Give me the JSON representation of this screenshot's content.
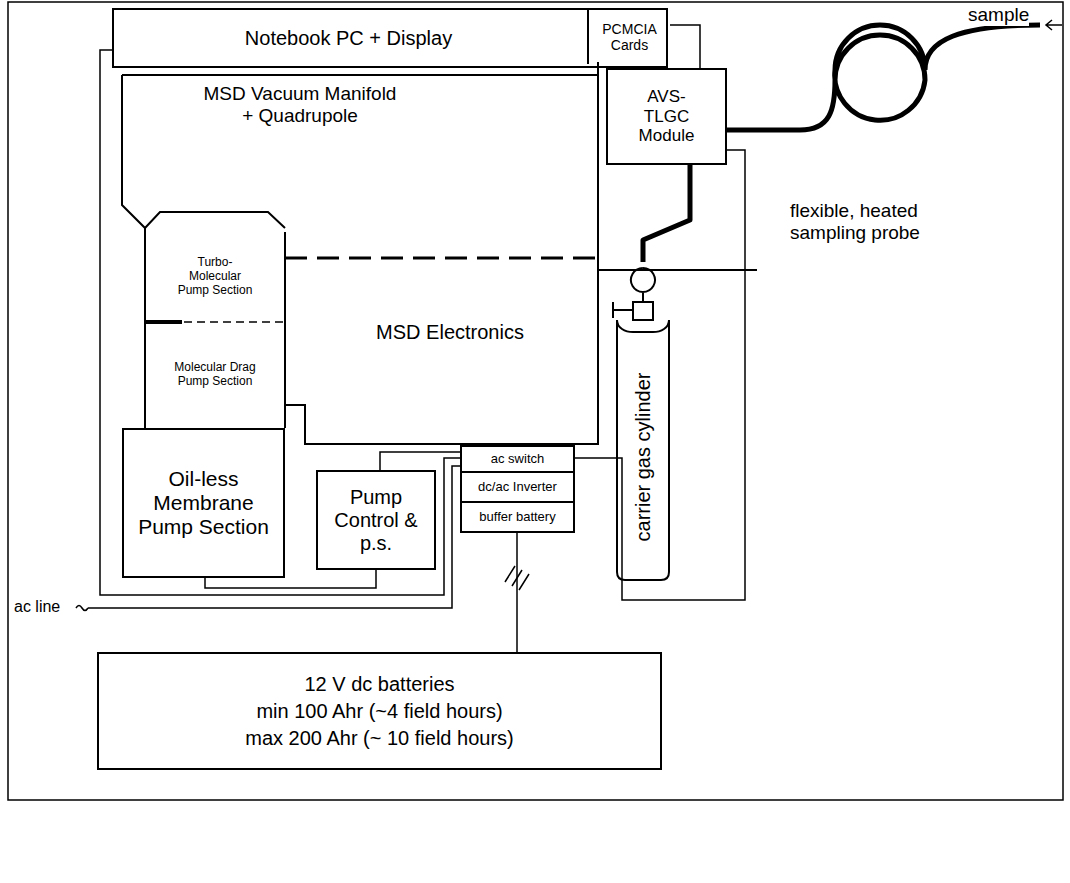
{
  "diagram": {
    "nodes": [
      {
        "text": [
          "Notebook PC + Display"
        ]
      },
      {
        "text": [
          "PCMCIA Cards"
        ],
        "in": 0
      },
      {
        "text": [
          "MSD Vacuum Manifold + Quadrupole"
        ]
      },
      {
        "text": [
          "AVS- TLGC Module"
        ]
      },
      {
        "text": [
          "Turbo-Molecular Pump Section"
        ]
      },
      {
        "text": [
          "Molecular Drag Pump Section"
        ]
      },
      {
        "text": [
          "MSD Electronics"
        ]
      },
      {
        "text": [
          "Oil-less Membrane Pump Section"
        ]
      },
      {
        "text": [
          "Pump Control & p.s."
        ]
      },
      {
        "text": [
          "ac switch"
        ]
      },
      {
        "text": [
          "dc/ac Inverter"
        ]
      },
      {
        "text": [
          "buffer battery"
        ]
      },
      {
        "text": [
          "carrier gas cylinder"
        ]
      },
      {
        "text": [
          "12 V dc batteries",
          "min 100 Ahr (~4 field hours)",
          "max 200 Ahr (~ 10 field hours)"
        ]
      }
    ],
    "edges": [
      {
        "from": 1,
        "to": 3,
        "arrow": "none"
      },
      {
        "from": 3,
        "to": 12,
        "arrow": "none"
      },
      {
        "from": 0,
        "to": 9,
        "arrow": "none"
      },
      {
        "from": 7,
        "to": 8,
        "arrow": "none"
      },
      {
        "from": 8,
        "to": 9,
        "arrow": "none"
      },
      {
        "from": 9,
        "to": 3,
        "arrow": "none"
      },
      {
        "from": 11,
        "to": 13,
        "arrow": "none"
      }
    ],
    "labels": [
      "sample",
      "flexible, heated sampling probe",
      "ac line"
    ]
  }
}
